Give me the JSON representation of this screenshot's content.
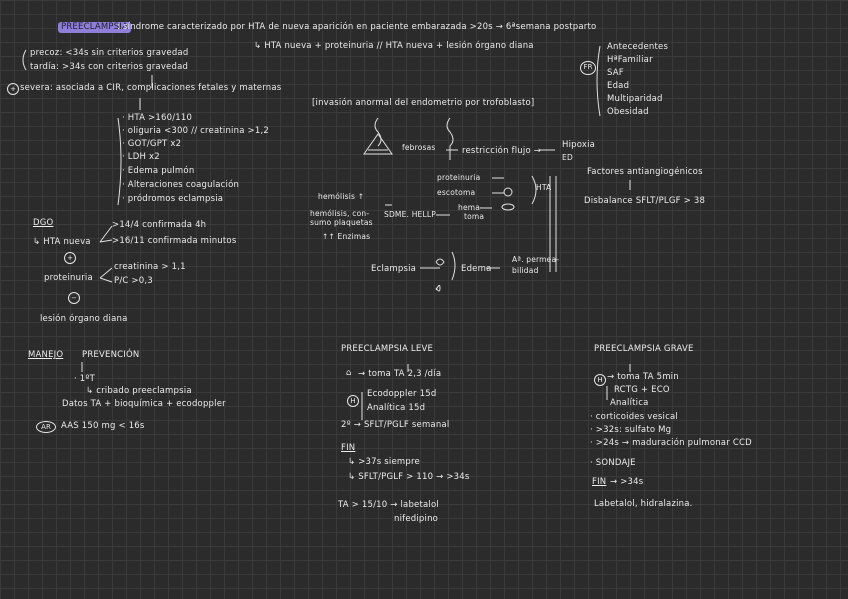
{
  "header": {
    "title": "PREECLAMPSIA",
    "definition": ": síndrome caracterizado por HTA de nueva aparición en paciente embarazada >20s → 6ªsemana postparto",
    "criteria": "↳ HTA nueva + proteinuria // HTA nueva + lesión órgano diana"
  },
  "types": {
    "precoz": "precoz: <34s  sin criterios gravedad",
    "tardia": "tardía: >34s  con criterios gravedad",
    "severa": "severa: asociada a CIR, complicaciones fetales y maternas",
    "criteria_list": [
      "· HTA >160/110",
      "· oliguria <300 // creatinina >1,2",
      "· GOT/GPT x2",
      "· LDH x2",
      "· Edema pulmón",
      "· Alteraciones coagulación",
      "· pródromos eclampsia"
    ]
  },
  "risk": {
    "badge": "FR",
    "items": [
      "Antecedentes",
      "HªFamiliar",
      "SAF",
      "Edad",
      "Multiparidad",
      "Obesidad"
    ]
  },
  "diagnosis": {
    "label": "DGO",
    "hta_nueva": "↳ HTA nueva",
    "hta_1": ">14/4 confirmada 4h",
    "hta_2": ">16/11 confirmada minutos",
    "proteinuria": "proteinuria",
    "prot_1": "creatinina > 1,1",
    "prot_2": "P/C >0,3",
    "lesion": "lesión órgano diana",
    "plus": "+",
    "minus": "−"
  },
  "pathophys": {
    "title": "[invasión anormal del endometrio por trofoblasto]",
    "febrosas": "febrosas",
    "restriccion": "restricción flujo →",
    "hipoxia": "Hipoxia",
    "ed": "ED",
    "factores": "Factores antiangiogénicos",
    "disbalance": "Disbalance SFLT/PLGF > 38",
    "proteinuria": "proteinuria",
    "escotoma": "escotoma",
    "hta": "HTA",
    "hemolisis": "hemólisis ↑",
    "hemolisis_2": "hemólisis, con-",
    "hemolisis_3": "sumo plaquetas",
    "enzimas": "↑↑ Enzimas",
    "hellp": "SDME. HELLP",
    "hemato": "hema-",
    "hemato_2": "toma",
    "eclampsia": "Eclampsia",
    "edema": "Edema",
    "permea": "Aª. permea-",
    "permea_2": "bilidad"
  },
  "management": {
    "label": "MANEJO",
    "prevencion": "PREVENCIÓN",
    "step1": "· 1ºT",
    "step2": "↳ cribado preeclampsia",
    "step3": "Datos TA + bioquímica + ecodoppler",
    "badge": "AR",
    "aas": "AAS 150 mg < 16s"
  },
  "mild": {
    "title": "PREECLAMPSIA LEVE",
    "home": "→ toma TA 2,3 /día",
    "h1": "Ecodoppler 15d",
    "h2": "Analítica 15d",
    "h3": "2º → SFLT/PGLF semanal",
    "fin_label": "FIN",
    "fin1": "↳ >37s siempre",
    "fin2": "↳ SFLT/PGLF > 110 → >34s",
    "ta": "TA > 15/10 → labetalol",
    "ta2": "nifedipino"
  },
  "severe": {
    "title": "PREECLAMPSIA GRAVE",
    "s1": "→ toma TA 5min",
    "s2": "RCTG + ECO",
    "s3": "Analítica",
    "s4": "· corticoides vesical",
    "s5": "· >32s: sulfato Mg",
    "s6": "· >24s → maduración pulmonar CCD",
    "s7": "· SONDAJE",
    "fin_label": "FIN",
    "fin": "→ >34s",
    "drugs": "Labetalol, hidralazina."
  }
}
